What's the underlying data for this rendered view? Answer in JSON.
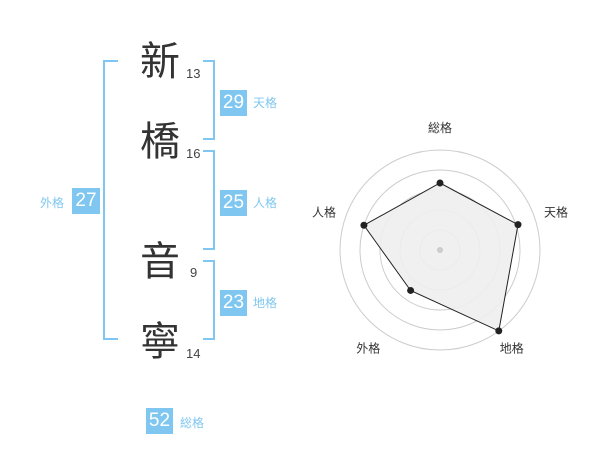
{
  "name_chars": [
    {
      "char": "新",
      "strokes": "13"
    },
    {
      "char": "橋",
      "strokes": "16"
    },
    {
      "char": "音",
      "strokes": "9"
    },
    {
      "char": "寧",
      "strokes": "14"
    }
  ],
  "fortune": {
    "tenkaku": {
      "value": "29",
      "label": "天格"
    },
    "jinkaku": {
      "value": "25",
      "label": "人格"
    },
    "chikaku": {
      "value": "23",
      "label": "地格"
    },
    "gaikaku": {
      "value": "27",
      "label": "外格"
    },
    "soukaku": {
      "value": "52",
      "label": "総格"
    }
  },
  "colors": {
    "accent": "#7fc7f0",
    "text": "#333333",
    "grid": "#cccccc",
    "fill": "#eeeeee"
  },
  "chart_data": {
    "type": "radar",
    "axes": [
      "総格",
      "天格",
      "地格",
      "外格",
      "人格"
    ],
    "values": [
      0.67,
      0.82,
      1.0,
      0.5,
      0.8
    ],
    "rings": 5
  }
}
